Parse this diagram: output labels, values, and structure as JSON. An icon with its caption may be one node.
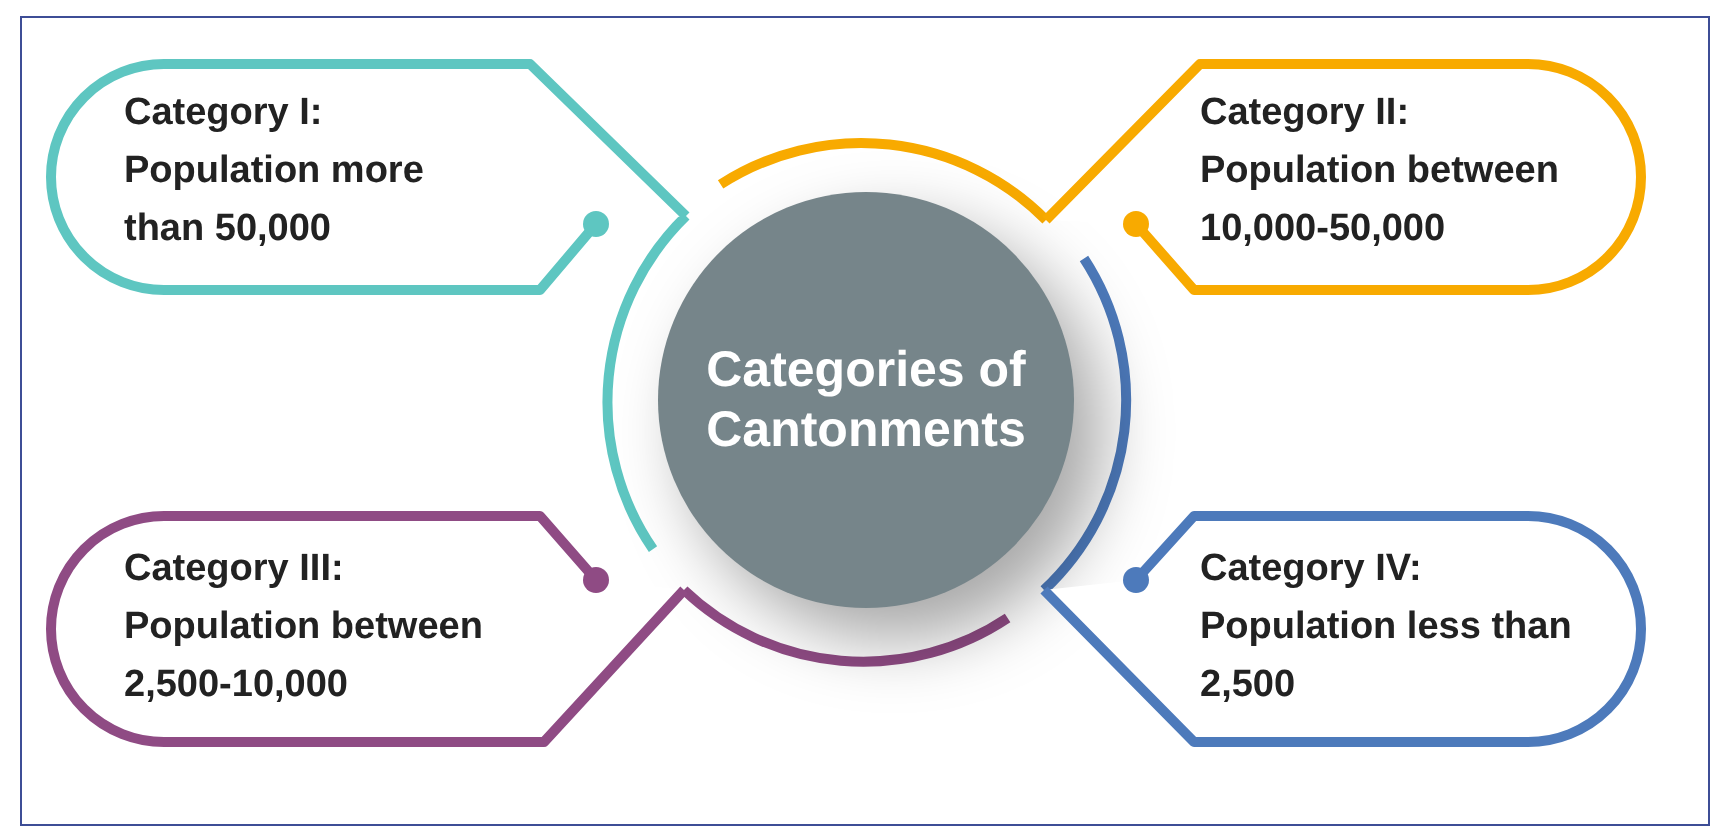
{
  "diagram": {
    "nodes": [
      {
        "text": [
          "Categories of Cantonments"
        ]
      },
      {
        "text": [
          "Category I:",
          "Population more than 50,000"
        ]
      },
      {
        "text": [
          "Category II:",
          "Population between 10,000-50,000"
        ]
      },
      {
        "text": [
          "Category III:",
          "Population between 2,500-10,000"
        ]
      },
      {
        "text": [
          "Category IV:",
          "Population less than 2,500"
        ]
      }
    ],
    "edges": [
      {
        "from": 1,
        "to": 0,
        "arrow": "none",
        "color": "#5ec6c1"
      },
      {
        "from": 2,
        "to": 0,
        "arrow": "none",
        "color": "#f8aa00"
      },
      {
        "from": 3,
        "to": 0,
        "arrow": "none",
        "color": "#8f4b84"
      },
      {
        "from": 4,
        "to": 0,
        "arrow": "none",
        "color": "#4d7abb"
      }
    ]
  }
}
